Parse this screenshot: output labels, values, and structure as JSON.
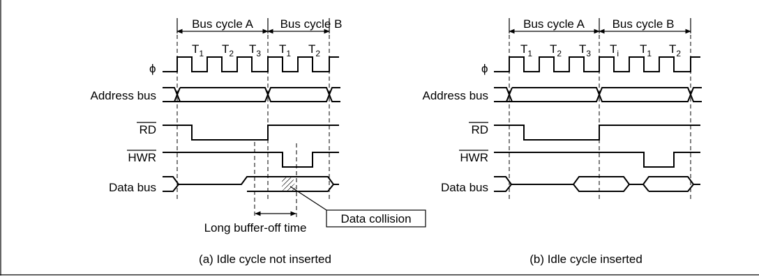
{
  "panels": {
    "a": {
      "caption": "(a) Idle cycle not inserted",
      "cycle_a": "Bus cycle A",
      "cycle_b": "Bus cycle B",
      "states": [
        {
          "t": "T",
          "sub": "1"
        },
        {
          "t": "T",
          "sub": "2"
        },
        {
          "t": "T",
          "sub": "3"
        },
        {
          "t": "T",
          "sub": "1"
        },
        {
          "t": "T",
          "sub": "2"
        }
      ],
      "signals": {
        "clock": "ϕ",
        "address": "Address bus",
        "rd": "RD",
        "hwr": "HWR",
        "data": "Data bus"
      },
      "annotations": {
        "buffer_off": "Long buffer-off time",
        "collision": "Data collision"
      }
    },
    "b": {
      "caption": "(b) Idle cycle inserted",
      "cycle_a": "Bus cycle A",
      "cycle_b": "Bus cycle B",
      "states": [
        {
          "t": "T",
          "sub": "1"
        },
        {
          "t": "T",
          "sub": "2"
        },
        {
          "t": "T",
          "sub": "3"
        },
        {
          "t": "T",
          "sub": "i"
        },
        {
          "t": "T",
          "sub": "1"
        },
        {
          "t": "T",
          "sub": "2"
        }
      ],
      "signals": {
        "clock": "ϕ",
        "address": "Address bus",
        "rd": "RD",
        "hwr": "HWR",
        "data": "Data bus"
      }
    }
  }
}
